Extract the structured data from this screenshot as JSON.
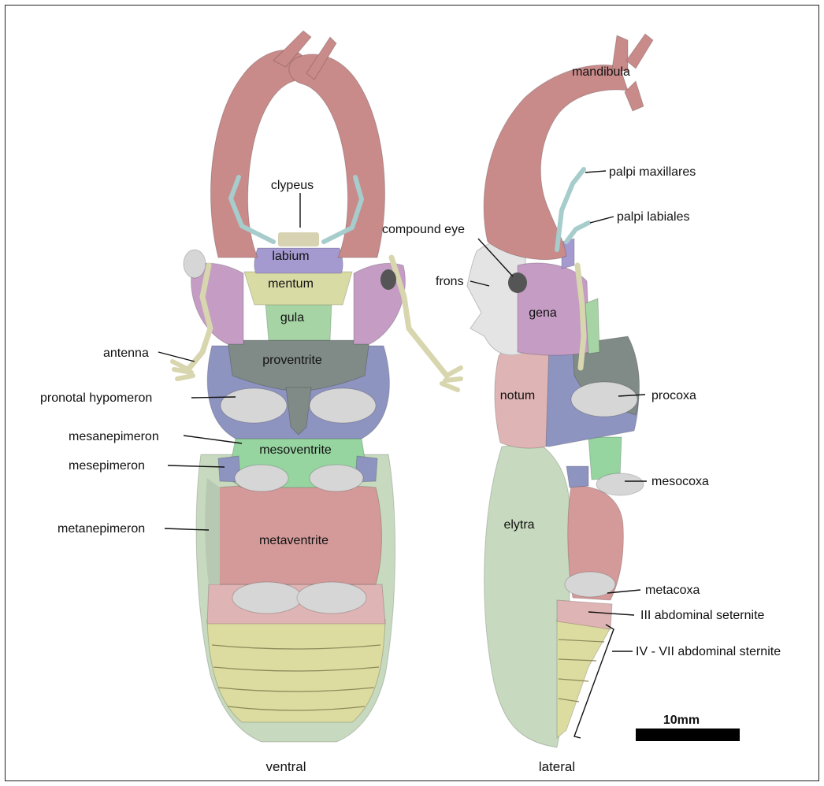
{
  "views": {
    "ventral": "ventral",
    "lateral": "lateral"
  },
  "ventral_labels": {
    "clypeus": "clypeus",
    "labium": "labium",
    "mentum": "mentum",
    "gula": "gula",
    "proventrite": "proventrite",
    "mesoventrite": "mesoventrite",
    "metaventrite": "metaventrite",
    "antenna": "antenna",
    "pronotal_hypomeron": "pronotal hypomeron",
    "mesanepimeron": "mesanepimeron",
    "mesepimeron": "mesepimeron",
    "metanepimeron": "metanepimeron"
  },
  "lateral_labels": {
    "mandibula": "mandibula",
    "palpi_maxillares": "palpi maxillares",
    "palpi_labiales": "palpi labiales",
    "compound_eye": "compound eye",
    "frons": "frons",
    "gena": "gena",
    "notum": "notum",
    "procoxa": "procoxa",
    "mesocoxa": "mesocoxa",
    "elytra": "elytra",
    "metacoxa": "metacoxa",
    "iii_abdominal": "III abdominal seternite",
    "iv_vii_abdominal": "IV - VII abdominal sternite"
  },
  "scale_bar": {
    "label": "10mm"
  },
  "colors": {
    "mandible": "#c98a8a",
    "labium": "#a49ad0",
    "mentum": "#d9dba4",
    "gula": "#a6d4a4",
    "prosternum": "#808a86",
    "pronotum": "#8e94c0",
    "mesoventrite": "#96d4a0",
    "metaventrite": "#d49a9a",
    "abdomen": "#dcdba0",
    "elytra": "#c7d9be",
    "coxa": "#d6d6d6",
    "gena": "#c49cc4",
    "notum": "#dfb4b4",
    "head_side": "#c59dbf",
    "palps": "#a6cccc",
    "antenna": "#d8d6ae"
  }
}
